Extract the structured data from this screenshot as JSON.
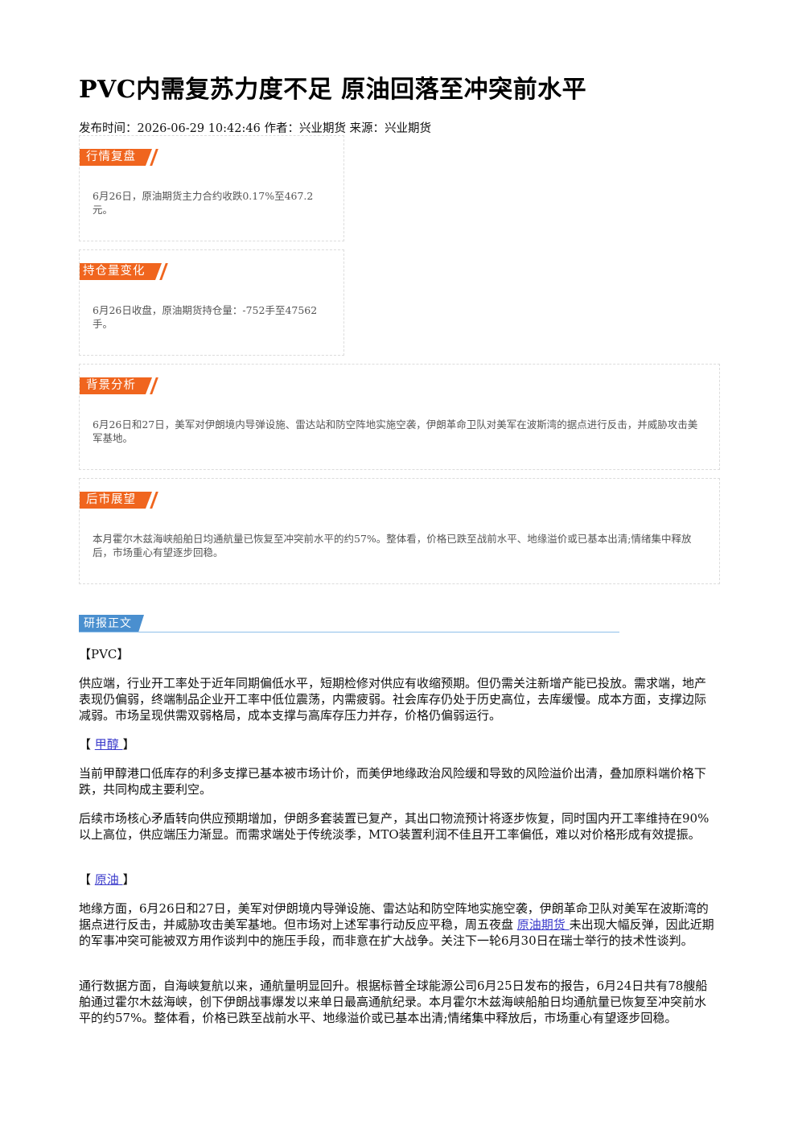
{
  "title": "PVC内需复苏力度不足 原油回落至冲突前水平",
  "meta": {
    "publish_label": "发布时间：",
    "publish_time": "2026-06-29 10:42:46",
    "author_label": " 作者：",
    "author": "兴业期货",
    "source_label": " 来源：",
    "source": "兴业期货"
  },
  "cards": [
    {
      "tag": "行情复盘",
      "text": "6月26日，原油期货主力合约收跌0.17%至467.2元。"
    },
    {
      "tag": "持仓量变化",
      "text": "6月26日收盘，原油期货持仓量：-752手至47562手。"
    },
    {
      "tag": "背景分析",
      "text": "6月26日和27日，美军对伊朗境内导弹设施、雷达站和防空阵地实施空袭，伊朗革命卫队对美军在波斯湾的据点进行反击，并威胁攻击美军基地。"
    },
    {
      "tag": "后市展望",
      "text": "本月霍尔木兹海峡船舶日均通航量已恢复至冲突前水平的约57%。整体看，价格已跌至战前水平、地缘溢价或已基本出清;情绪集中释放后，市场重心有望逐步回稳。"
    }
  ],
  "report_tag": "研报正文",
  "body": {
    "pvc_head": "【PVC】",
    "pvc_p1": "供应端，行业开工率处于近年同期偏低水平，短期检修对供应有收缩预期。但仍需关注新增产能已投放。需求端，地产表现仍偏弱，终端制品企业开工率中低位震荡，内需疲弱。社会库存仍处于历史高位，去库缓慢。成本方面，支撑边际减弱。市场呈现供需双弱格局，成本支撑与高库存压力并存，价格仍偏弱运行。",
    "meoh_head_left": "【 ",
    "meoh_head_link": "甲醇 ",
    "meoh_head_right": "】",
    "meoh_p1": "当前甲醇港口低库存的利多支撑已基本被市场计价，而美伊地缘政治风险缓和导致的风险溢价出清，叠加原料端价格下跌，共同构成主要利空。",
    "meoh_p2": "后续市场核心矛盾转向供应预期增加，伊朗多套装置已复产，其出口物流预计将逐步恢复，同时国内开工率维持在90%以上高位，供应端压力渐显。而需求端处于传统淡季，MTO装置利润不佳且开工率偏低，难以对价格形成有效提振。",
    "oil_head_left": "【 ",
    "oil_head_link": "原油 ",
    "oil_head_right": "】",
    "oil_p1_a": "地缘方面，6月26日和27日，美军对伊朗境内导弹设施、雷达站和防空阵地实施空袭，伊朗革命卫队对美军在波斯湾的据点进行反击，并威胁攻击美军基地。但市场对上述军事行动反应平稳，周五夜盘 ",
    "oil_p1_link": "原油期货 ",
    "oil_p1_b": "未出现大幅反弹，因此近期的军事冲突可能被双方用作谈判中的施压手段，而非意在扩大战争。关注下一轮6月30日在瑞士举行的技术性谈判。",
    "oil_p2": "通行数据方面，自海峡复航以来，通航量明显回升。根据标普全球能源公司6月25日发布的报告，6月24日共有78艘船舶通过霍尔木兹海峡，创下伊朗战事爆发以来单日最高通航纪录。本月霍尔木兹海峡船舶日均通航量已恢复至冲突前水平的约57%。整体看，价格已跌至战前水平、地缘溢价或已基本出清;情绪集中释放后，市场重心有望逐步回稳。"
  }
}
